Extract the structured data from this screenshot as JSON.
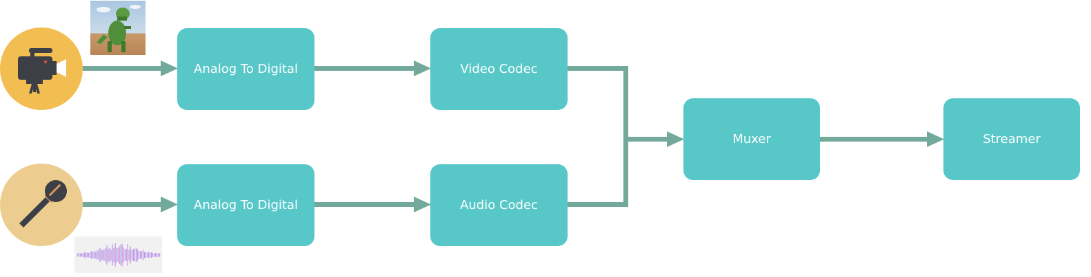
{
  "colors": {
    "box_fill": "#57c7c8",
    "connector": "#73a99b",
    "box_text": "#ffffff",
    "camera_circle": "#f2bd51",
    "mic_circle": "#edcd8f",
    "icon_dark": "#3c3f45"
  },
  "nodes": {
    "video_adc": "Analog To Digital",
    "video_codec": "Video Codec",
    "audio_adc": "Analog To Digital",
    "audio_codec": "Audio Codec",
    "muxer": "Muxer",
    "streamer": "Streamer"
  },
  "icons": {
    "camera": "video-camera-icon",
    "microphone": "microphone-icon",
    "video_thumbnail": "dinosaur-toy-photo",
    "audio_thumbnail": "waveform-image"
  }
}
